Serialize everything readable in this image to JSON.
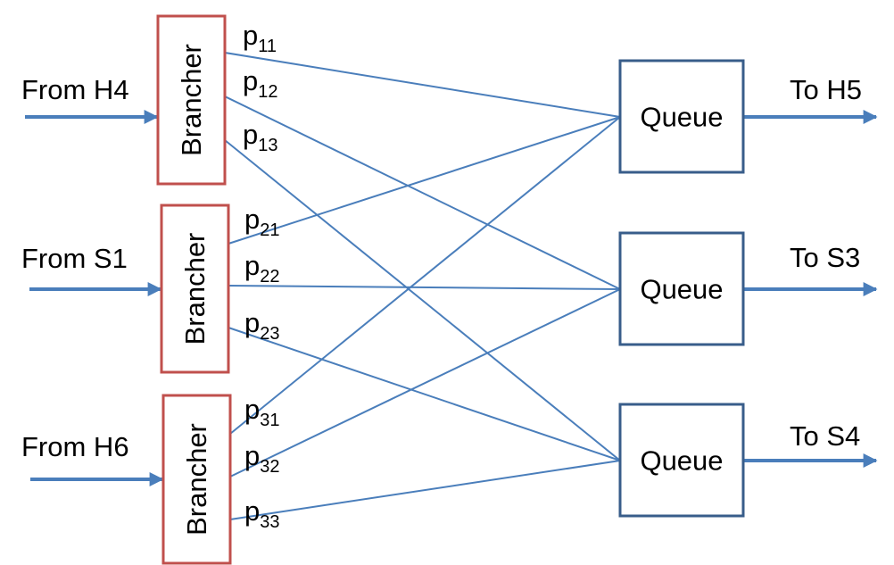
{
  "colors": {
    "line": "#4a7ebb",
    "brancher_border": "#c0504d",
    "queue_border": "#385d8a",
    "text": "#000000"
  },
  "inputs": [
    "From H4",
    "From S1",
    "From H6"
  ],
  "outputs": [
    "To H5",
    "To S3",
    "To S4"
  ],
  "brancher_label": "Brancher",
  "queue_label": "Queue",
  "probabilities": [
    {
      "base": "p",
      "sub": "11"
    },
    {
      "base": "p",
      "sub": "12"
    },
    {
      "base": "p",
      "sub": "13"
    },
    {
      "base": "p",
      "sub": "21"
    },
    {
      "base": "p",
      "sub": "22"
    },
    {
      "base": "p",
      "sub": "23"
    },
    {
      "base": "p",
      "sub": "31"
    },
    {
      "base": "p",
      "sub": "32"
    },
    {
      "base": "p",
      "sub": "33"
    }
  ]
}
